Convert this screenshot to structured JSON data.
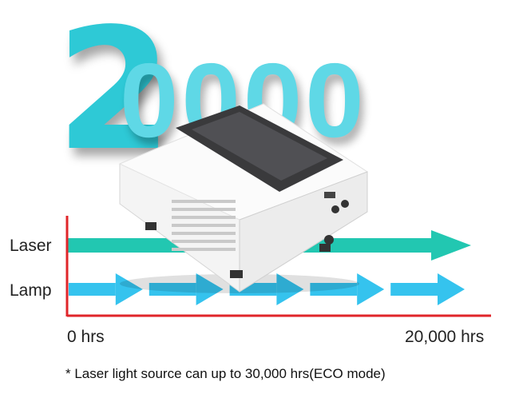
{
  "headline": {
    "first_digit": "2",
    "rest": "0000"
  },
  "rows": {
    "laser_label": "Laser",
    "lamp_label": "Lamp"
  },
  "axis": {
    "start_label": "0 hrs",
    "end_label": "20,000 hrs"
  },
  "footnote": "* Laser light source can up to 30,000 hrs(ECO mode)",
  "colors": {
    "laser_arrow": "#22c7b1",
    "lamp_arrow": "#35c3ee",
    "axis_line": "#e0252a",
    "headline": "#2ec9d6"
  },
  "lamp_segments": 5
}
